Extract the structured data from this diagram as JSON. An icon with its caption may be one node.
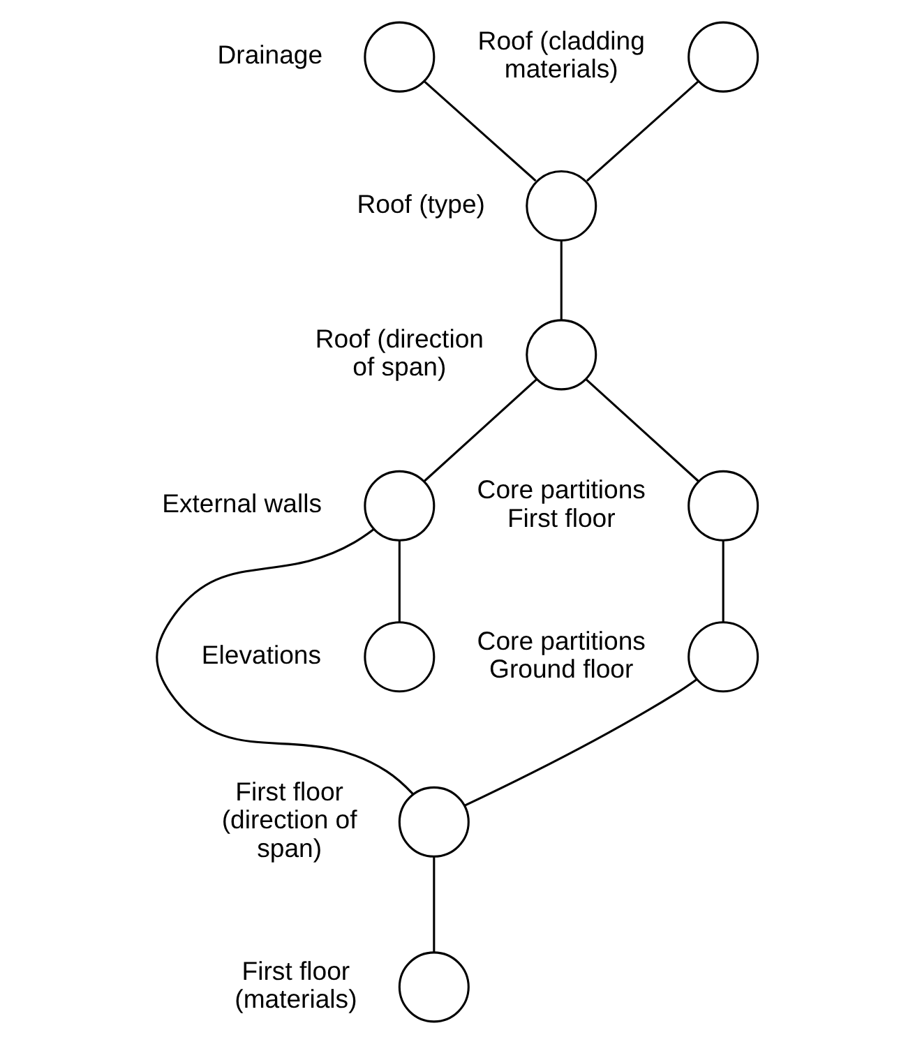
{
  "diagram": {
    "nodes": [
      {
        "text": [],
        "shape": "circle",
        "beside": [
          "Drainage"
        ]
      },
      {
        "text": [],
        "shape": "circle",
        "beside": [
          "Roof (cladding materials)"
        ]
      },
      {
        "text": [],
        "shape": "circle",
        "beside": [
          "Roof (type)"
        ]
      },
      {
        "text": [],
        "shape": "circle",
        "beside": [
          "Roof (direction of span)"
        ]
      },
      {
        "text": [],
        "shape": "circle",
        "beside": [
          "Core partitions First floor"
        ]
      },
      {
        "text": [],
        "shape": "circle",
        "beside": [
          "External walls"
        ]
      },
      {
        "text": [],
        "shape": "circle",
        "beside": [
          "Elevations"
        ]
      },
      {
        "text": [],
        "shape": "circle",
        "beside": [
          "Core partitions Ground floor"
        ]
      },
      {
        "text": [],
        "shape": "circle",
        "beside": [
          "First floor (direction of span)"
        ]
      },
      {
        "text": [],
        "shape": "circle",
        "beside": [
          "First floor (materials)"
        ]
      }
    ],
    "edges": [
      {
        "from": 0,
        "to": 2,
        "arrow": "none"
      },
      {
        "from": 1,
        "to": 2,
        "arrow": "none"
      },
      {
        "from": 2,
        "to": 3,
        "arrow": "none"
      },
      {
        "from": 3,
        "to": 5,
        "arrow": "none"
      },
      {
        "from": 3,
        "to": 4,
        "arrow": "none"
      },
      {
        "from": 4,
        "to": 7,
        "arrow": "none"
      },
      {
        "from": 5,
        "to": 6,
        "arrow": "none"
      },
      {
        "from": 5,
        "to": 8,
        "arrow": "none"
      },
      {
        "from": 7,
        "to": 8,
        "arrow": "none"
      },
      {
        "from": 8,
        "to": 9,
        "arrow": "none"
      }
    ]
  }
}
